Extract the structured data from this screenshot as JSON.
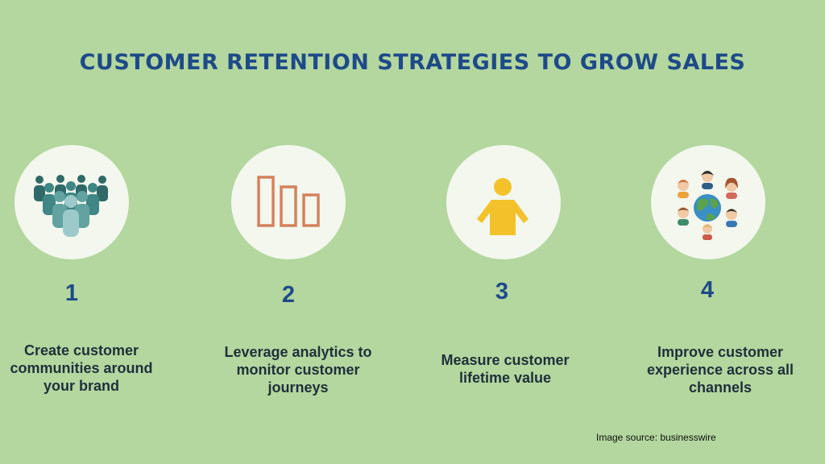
{
  "title": "CUSTOMER RETENTION STRATEGIES TO GROW SALES",
  "colors": {
    "background": "#b3d79e",
    "title": "#1e4a8a",
    "number": "#1e4a8a",
    "circle": "#f3f7ee",
    "icon_people": "#3e7f7d",
    "icon_bars": "#d5825d",
    "icon_person": "#f3c22b"
  },
  "strategies": [
    {
      "number": "1",
      "text": "Create customer communities around your brand",
      "icon": "people-group-icon"
    },
    {
      "number": "2",
      "text": "Leverage analytics to monitor customer journeys",
      "icon": "bar-chart-icon"
    },
    {
      "number": "3",
      "text": "Measure customer lifetime value",
      "icon": "person-icon"
    },
    {
      "number": "4",
      "text": "Improve customer experience across all channels",
      "icon": "globe-people-icon"
    }
  ],
  "source": "Image source: businesswire"
}
